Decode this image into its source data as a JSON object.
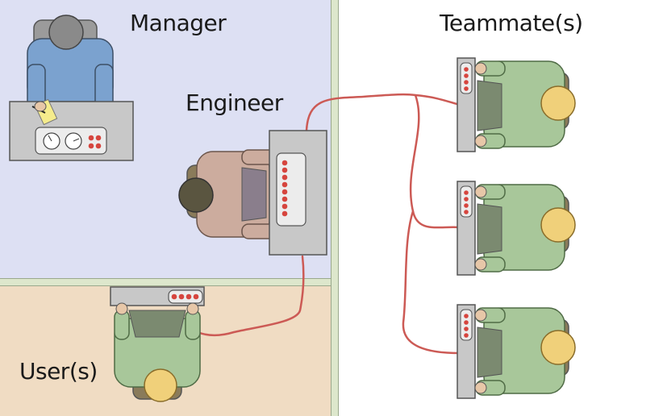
{
  "labels": {
    "manager": "Manager",
    "engineer": "Engineer",
    "teammates": "Teammate(s)",
    "users": "User(s)"
  },
  "colors": {
    "manager_room": "#dde0f3",
    "user_room": "#f0dcc3",
    "outside": "#ffffff",
    "divider": "#dde7cc",
    "wire": "#cc5a55",
    "desk": "#c8c8c8",
    "teammate_shirt": "#a8c79a",
    "manager_shirt": "#7ba2cf",
    "engineer_shirt": "#ccac9e",
    "hair_blond": "#f0d07a",
    "hair_gray": "#8a8a8a",
    "hair_dark": "#5a5540",
    "led": "#d6453e",
    "note": "#f5ec8c"
  }
}
